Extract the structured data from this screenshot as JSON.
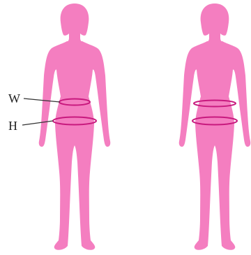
{
  "labels": {
    "waist": "W",
    "hip": "H"
  },
  "colors": {
    "figure_fill": "#f47ec0",
    "ring_stroke": "#c8197e",
    "leader_line": "#333333",
    "label_text": "#222222"
  },
  "figures": [
    {
      "id": "left",
      "has_labels": true
    },
    {
      "id": "right",
      "has_labels": false
    }
  ]
}
